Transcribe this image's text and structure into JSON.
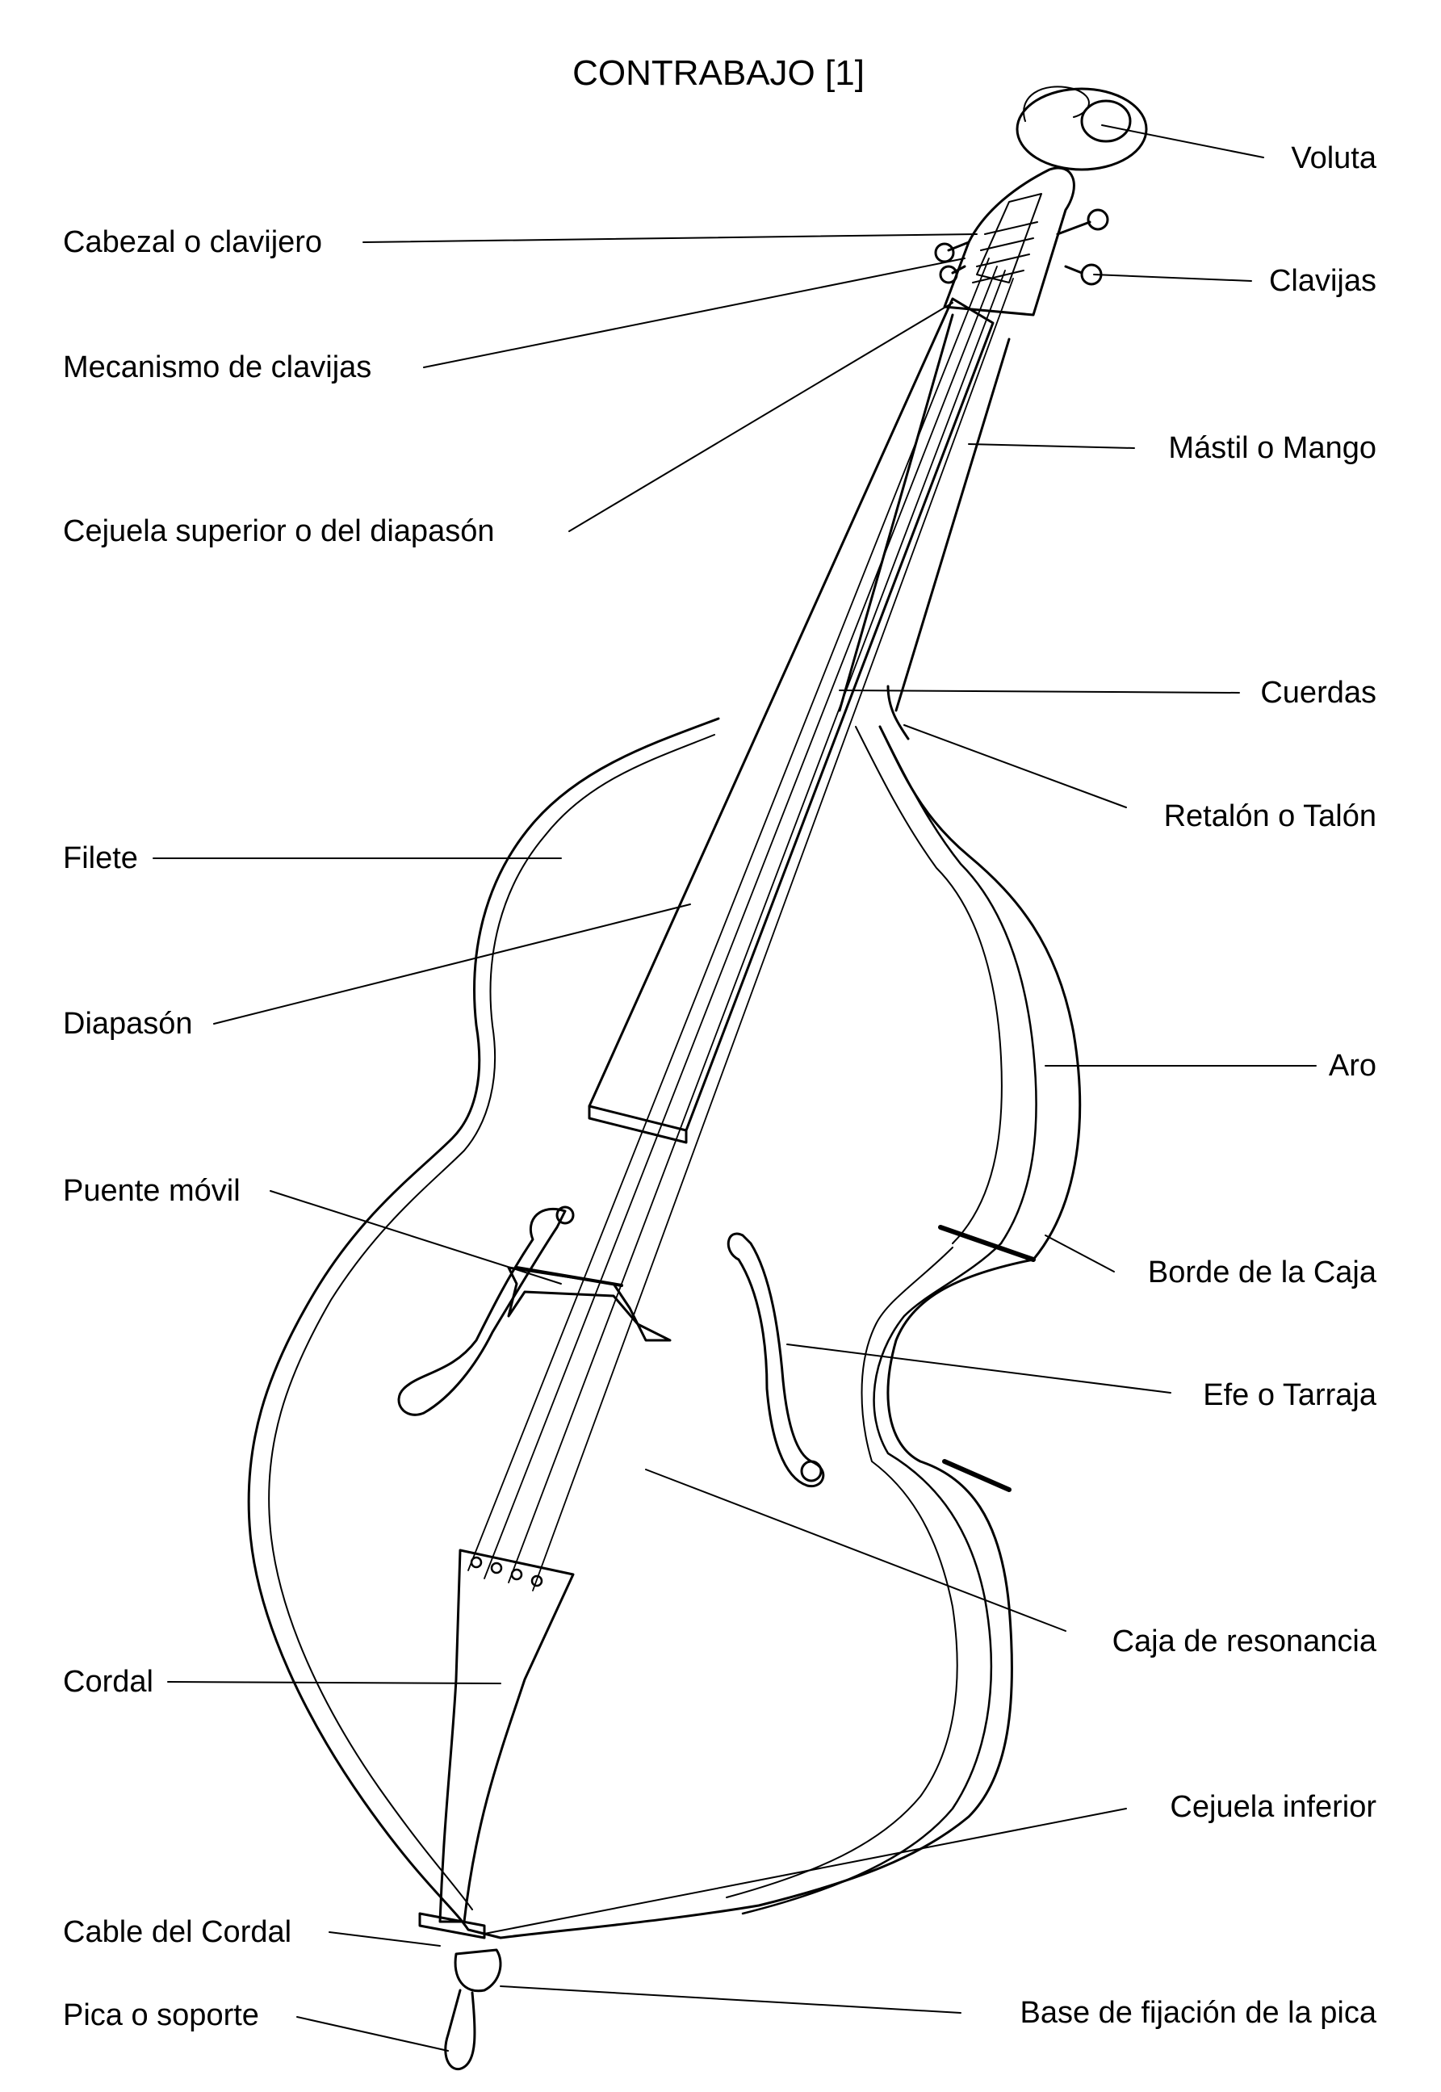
{
  "title": "CONTRABAJO [1]",
  "labels": {
    "voluta": "Voluta",
    "cabezal": "Cabezal o clavijero",
    "clavijas": "Clavijas",
    "mecanismo": "Mecanismo de clavijas",
    "mastil": "Mástil o Mango",
    "cejuela_superior": "Cejuela superior o del diapasón",
    "cuerdas": "Cuerdas",
    "retalon": "Retalón o Talón",
    "filete": "Filete",
    "diapason": "Diapasón",
    "aro": "Aro",
    "puente": "Puente móvil",
    "borde": "Borde de la Caja",
    "efe": "Efe o Tarraja",
    "caja": "Caja de resonancia",
    "cordal": "Cordal",
    "cejuela_inferior": "Cejuela inferior",
    "cable_cordal": "Cable del Cordal",
    "pica": "Pica o soporte",
    "base_pica": "Base de fijación de la pica"
  },
  "colors": {
    "ink": "#000000",
    "paper": "#ffffff"
  }
}
